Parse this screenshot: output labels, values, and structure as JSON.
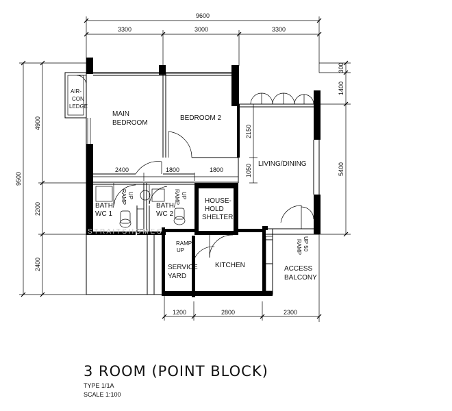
{
  "title": "3 ROOM (POINT BLOCK)",
  "type_label": "TYPE  1/1A",
  "scale_label": "SCALE  1:100",
  "watermark": "S  T  R  A  I  T  S      H  O  M  E  S",
  "dimensions": {
    "total_width": "9600",
    "top_segments": [
      "3300",
      "3000",
      "3300"
    ],
    "total_height": "9500",
    "left_segments": [
      "4900",
      "2200",
      "2400"
    ],
    "right_segments": [
      "300",
      "1400",
      "5400"
    ],
    "inner_widths": [
      "2400",
      "1800",
      "1800"
    ],
    "living_heights": [
      "2150",
      "1050"
    ],
    "bottom_segments": [
      "1200",
      "2800",
      "2300"
    ]
  },
  "rooms": {
    "aircon": [
      "AIR-",
      "CON",
      "LEDGE"
    ],
    "main_bedroom": [
      "MAIN",
      "BEDROOM"
    ],
    "bedroom2": "BEDROOM 2",
    "living": "LIVING/DINING",
    "bath1": [
      "BATH/",
      "WC 1"
    ],
    "bath2": [
      "BATH/",
      "WC 2"
    ],
    "shelter": [
      "HOUSE-",
      "HOLD",
      "SHELTER"
    ],
    "service": [
      "SERVICE",
      "YARD"
    ],
    "kitchen": "KITCHEN",
    "balcony": [
      "ACCESS",
      "BALCONY"
    ]
  },
  "ramps": {
    "ramp1": [
      "RAMP",
      "UP"
    ],
    "ramp2": [
      "RAMP",
      "UP"
    ],
    "ramp3": [
      "RAMP",
      "UP"
    ],
    "ramp4": [
      "RAMP",
      "UP 50"
    ]
  }
}
